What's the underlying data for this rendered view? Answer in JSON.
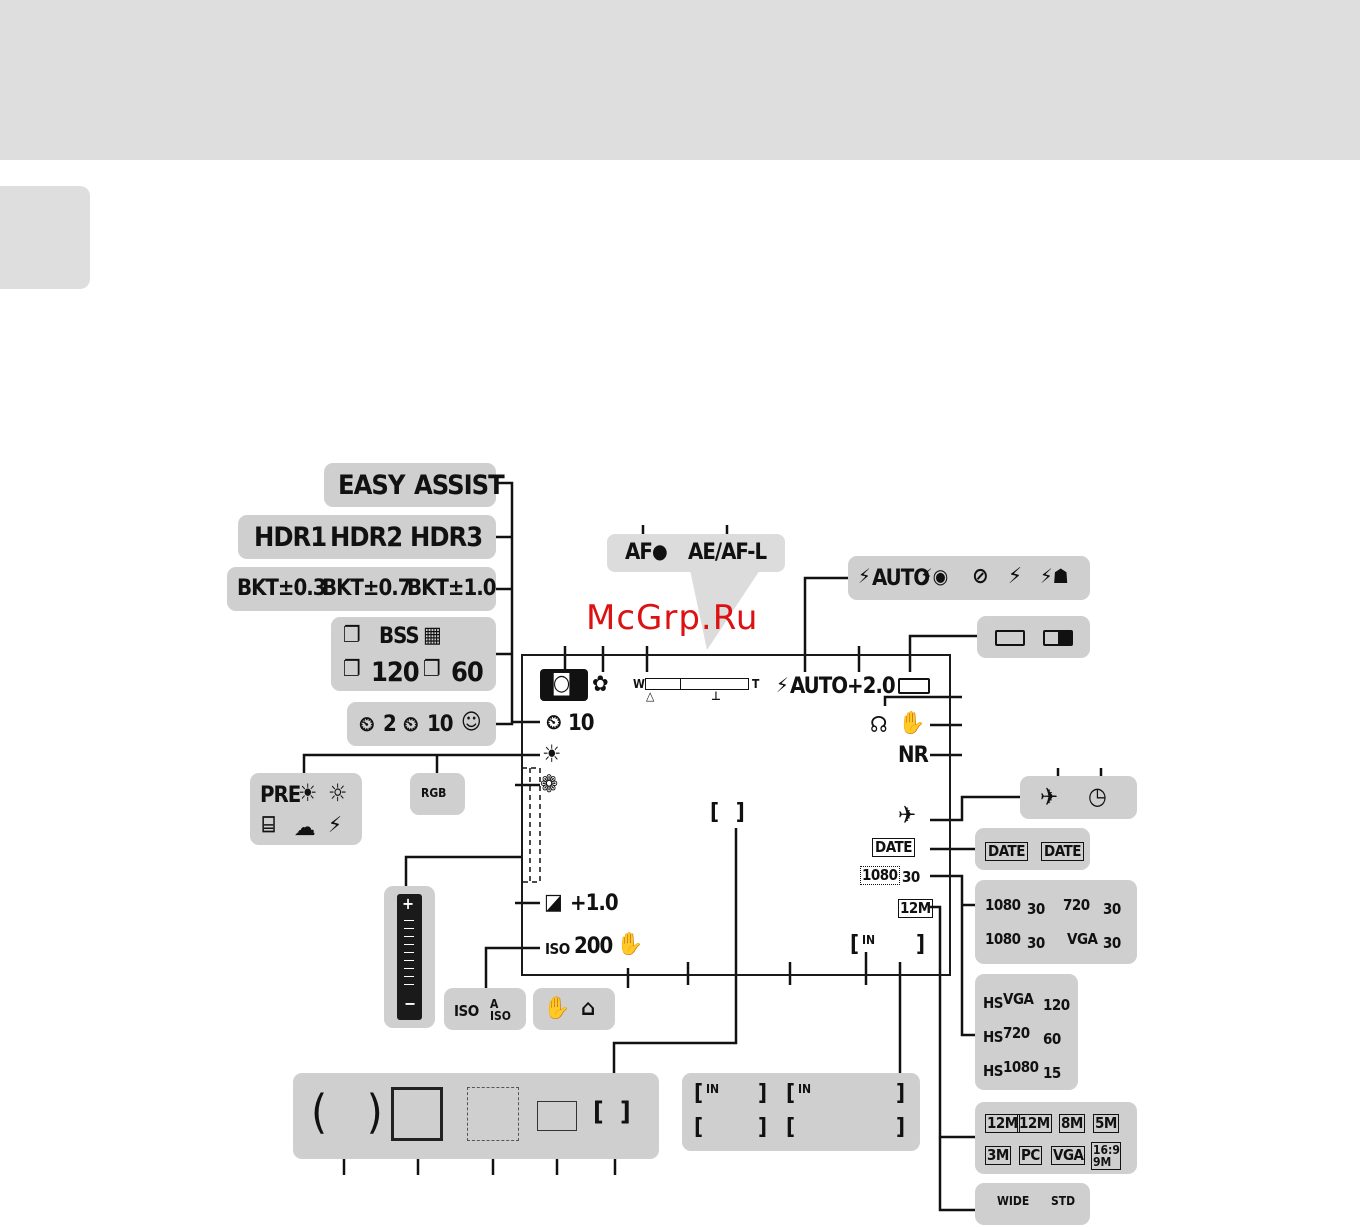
{
  "watermark": "McGrp.Ru",
  "bubble": {
    "af": "AF",
    "aeafl": "AE/AF-L"
  },
  "left_groups": {
    "scene": [
      "EASY",
      "ASSIST"
    ],
    "hdr": [
      "HDR1",
      "HDR2",
      "HDR3"
    ],
    "bkt": [
      "BKT±0.3",
      "BKT±0.7",
      "BKT±1.0"
    ],
    "continuous": {
      "bss": "BSS",
      "c120": "120",
      "c60": "60"
    },
    "timer": {
      "t2": "2",
      "t10": "10"
    },
    "wb": {
      "pre": "PRE"
    },
    "rgb": "RGB"
  },
  "screen": {
    "flash_comp": "AUTO+2.0",
    "self_timer": "10",
    "nr": "NR",
    "date_stamp": "DATE",
    "movie_res": "1080",
    "movie_fps": "30",
    "image_size": "12M",
    "exposure_comp": "+1.0",
    "iso_label": "ISO",
    "iso_value": "200",
    "memory": "IN",
    "zoom_w": "W",
    "zoom_t": "T"
  },
  "right_groups": {
    "flash": [
      "AUTO"
    ],
    "date": [
      "DATE",
      "DATE"
    ],
    "movie": [
      {
        "res": "1080",
        "fps": "30"
      },
      {
        "res": "720",
        "fps": "30"
      },
      {
        "res": "1080",
        "fps": "30"
      },
      {
        "res": "VGA",
        "fps": "30"
      }
    ],
    "hs": [
      {
        "hs": "HS",
        "res": "VGA",
        "fps": "120"
      },
      {
        "hs": "HS",
        "res": "720",
        "fps": "60"
      },
      {
        "hs": "HS",
        "res": "1080",
        "fps": "15"
      }
    ],
    "sizes": [
      "12M",
      "12M",
      "8M",
      "5M",
      "3M",
      "PC",
      "VGA",
      "16:9 9M"
    ],
    "panorama": [
      "WIDE",
      "STD"
    ]
  },
  "bottom_groups": {
    "iso_auto": [
      "ISO",
      "A ISO"
    ],
    "memory": [
      "IN",
      "IN"
    ]
  },
  "colors": {
    "panel": "#cfcfcf",
    "header": "#dedede",
    "watermark": "#dd1111"
  }
}
